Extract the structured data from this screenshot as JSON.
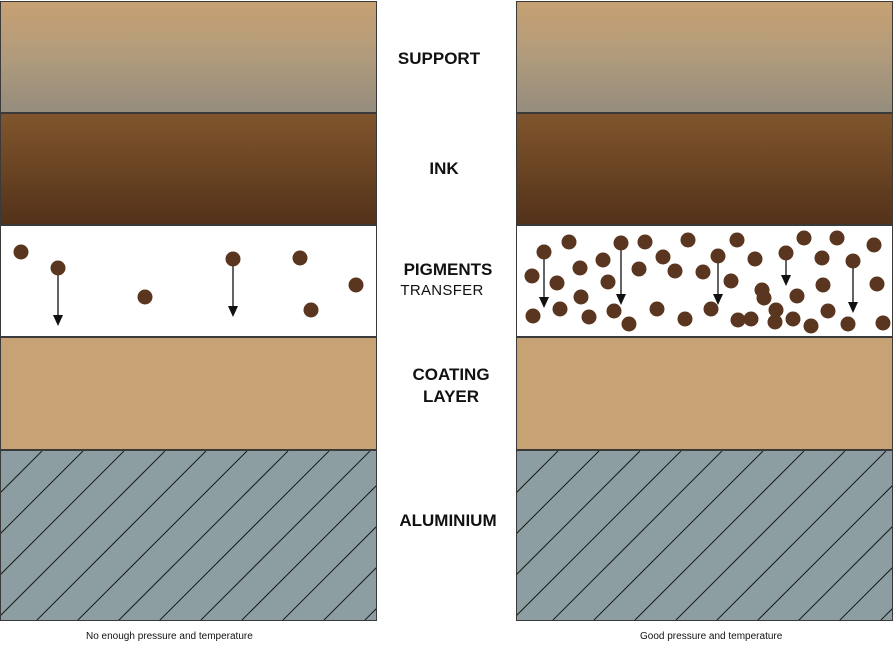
{
  "labels": {
    "support": "SUPPORT",
    "ink": "INK",
    "pigments": "PIGMENTS",
    "transfer": "TRANSFER",
    "coating_line1": "COATING",
    "coating_line2": "LAYER",
    "aluminium": "ALUMINIUM"
  },
  "captions": {
    "left": "No enough pressure and temperature",
    "right": "Good pressure and temperature"
  },
  "colors": {
    "support": "#b39c7b",
    "ink": "#6a4423",
    "pigments_bg": "#ffffff",
    "coating": "#c6a274",
    "aluminium": "#8d9ea3",
    "pigment_dot": "#5a3620"
  }
}
